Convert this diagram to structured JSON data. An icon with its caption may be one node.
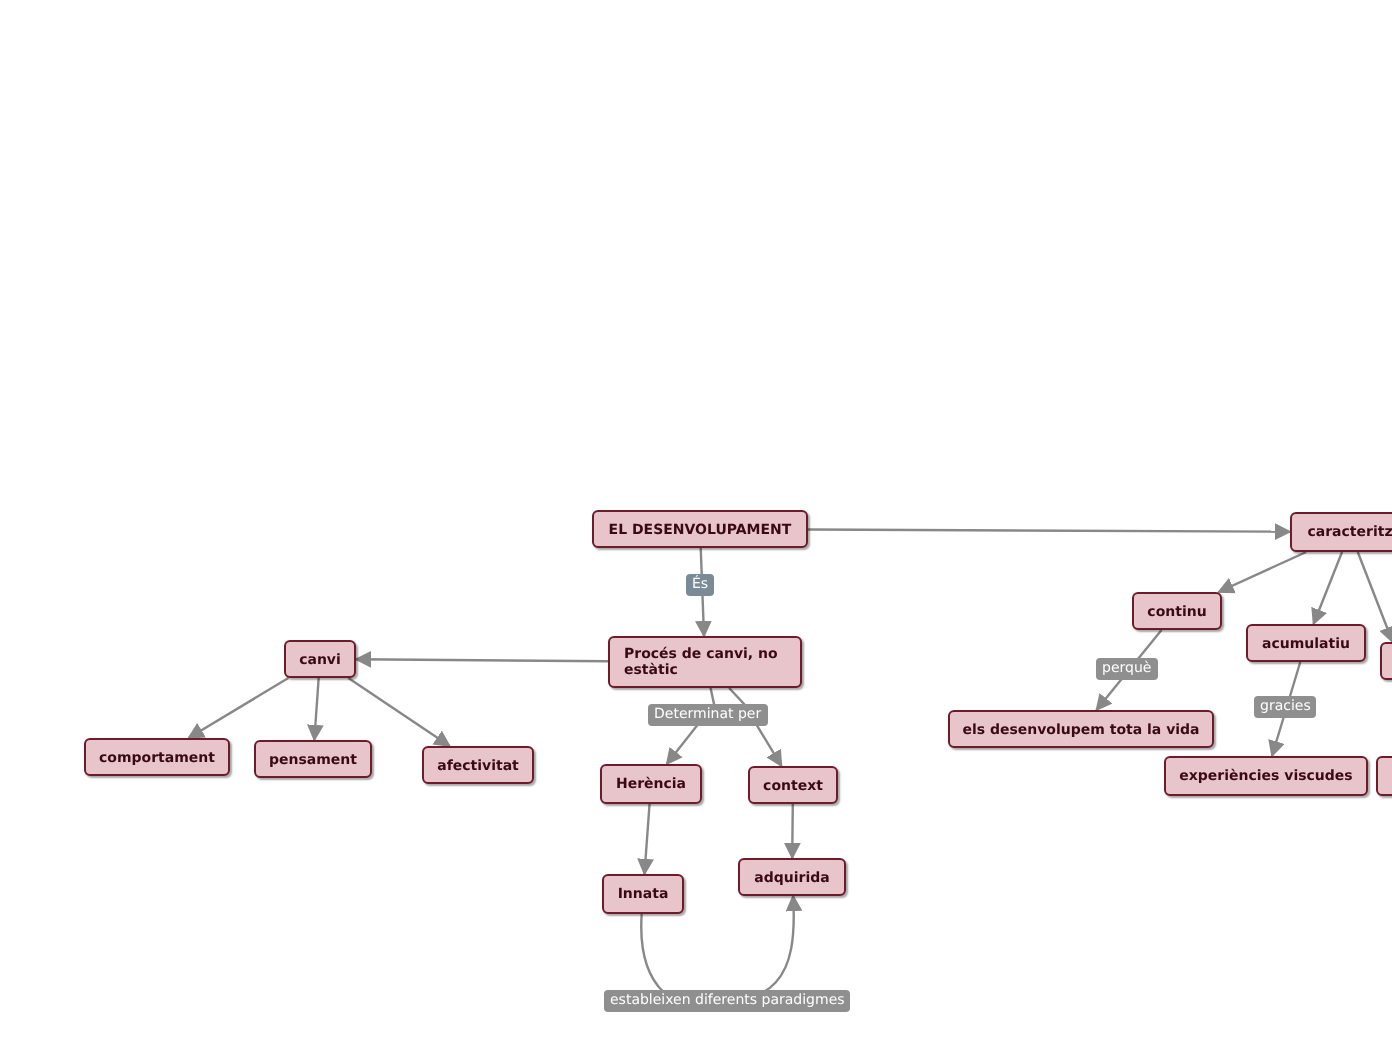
{
  "diagram": {
    "nodes": [
      {
        "text": [
          "EL DESENVOLUPAMENT"
        ]
      },
      {
        "text": [
          "Procés de canvi, no estàtic"
        ]
      },
      {
        "text": [
          "Herència"
        ]
      },
      {
        "text": [
          "context"
        ]
      },
      {
        "text": [
          "Innata"
        ]
      },
      {
        "text": [
          "adquirida"
        ]
      },
      {
        "text": [
          "canvi"
        ]
      },
      {
        "text": [
          "comportament"
        ]
      },
      {
        "text": [
          "pensament"
        ]
      },
      {
        "text": [
          "afectivitat"
        ]
      },
      {
        "text": [
          "caracteritz"
        ]
      },
      {
        "text": [
          "continu"
        ]
      },
      {
        "text": [
          "acumulatiu"
        ]
      },
      {
        "text": [],
        "shape": "box"
      },
      {
        "text": [
          "els desenvolupem tota la vida"
        ]
      },
      {
        "text": [
          "experiències viscudes"
        ]
      },
      {
        "text": [],
        "shape": "box"
      }
    ],
    "edges": [
      {
        "from": 0,
        "to": 10,
        "arrow": "to"
      },
      {
        "from": 0,
        "to": 1,
        "arrow": "to",
        "label": "És"
      },
      {
        "from": 1,
        "to": 6,
        "arrow": "to"
      },
      {
        "from": 6,
        "to": 7,
        "arrow": "to"
      },
      {
        "from": 6,
        "to": 8,
        "arrow": "to"
      },
      {
        "from": 6,
        "to": 9,
        "arrow": "to"
      },
      {
        "from": 1,
        "to": 2,
        "arrow": "to",
        "label": "Determinat per"
      },
      {
        "from": 1,
        "to": 3,
        "arrow": "to"
      },
      {
        "from": 2,
        "to": 4,
        "arrow": "to"
      },
      {
        "from": 3,
        "to": 5,
        "arrow": "to"
      },
      {
        "from": 4,
        "to": 5,
        "arrow": "to",
        "label": "estableixen diferents paradigmes"
      },
      {
        "from": 10,
        "to": 11,
        "arrow": "to"
      },
      {
        "from": 10,
        "to": 12,
        "arrow": "to"
      },
      {
        "from": 10,
        "to": 13,
        "arrow": "to"
      },
      {
        "from": 11,
        "to": 14,
        "arrow": "to",
        "label": "perquè"
      },
      {
        "from": 12,
        "to": 15,
        "arrow": "to",
        "label": "gracies"
      }
    ]
  }
}
